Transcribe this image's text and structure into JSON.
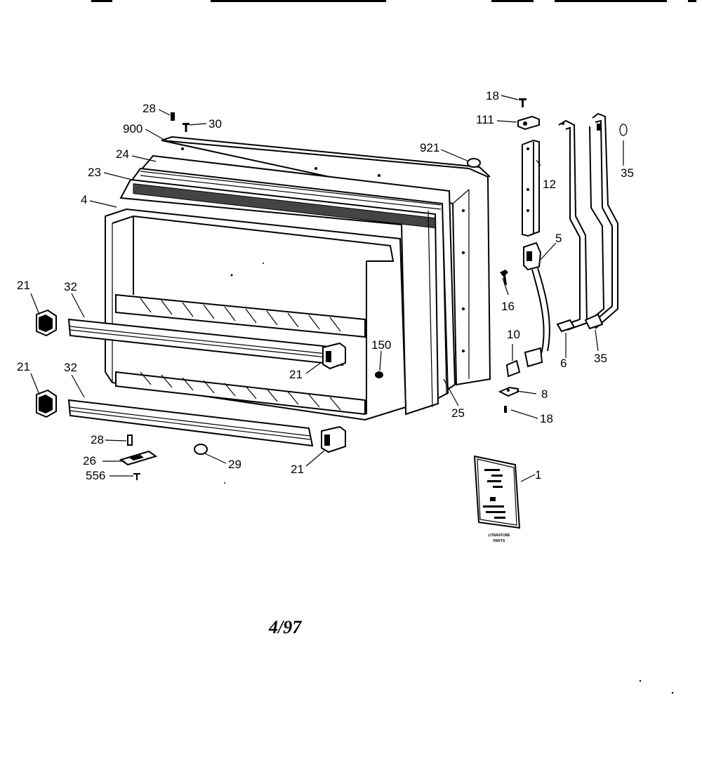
{
  "labels": {
    "l18a": "18",
    "l111": "111",
    "l28a": "28",
    "l30": "30",
    "l900": "900",
    "l921": "921",
    "l12": "12",
    "l35a": "35",
    "l24": "24",
    "l23": "23",
    "l4": "4",
    "l5": "5",
    "l16": "16",
    "l21a": "21",
    "l32a": "32",
    "l10": "10",
    "l150": "150",
    "l21b": "21",
    "l6": "6",
    "l35b": "35",
    "l21c": "21",
    "l32b": "32",
    "l8": "8",
    "l25": "25",
    "l18b": "18",
    "l28b": "28",
    "l29": "29",
    "l21d": "21",
    "l26": "26",
    "l556": "556",
    "l1": "1"
  },
  "literature_caption": [
    "LITERATURE",
    "PARTS"
  ],
  "date_code": "4/97"
}
